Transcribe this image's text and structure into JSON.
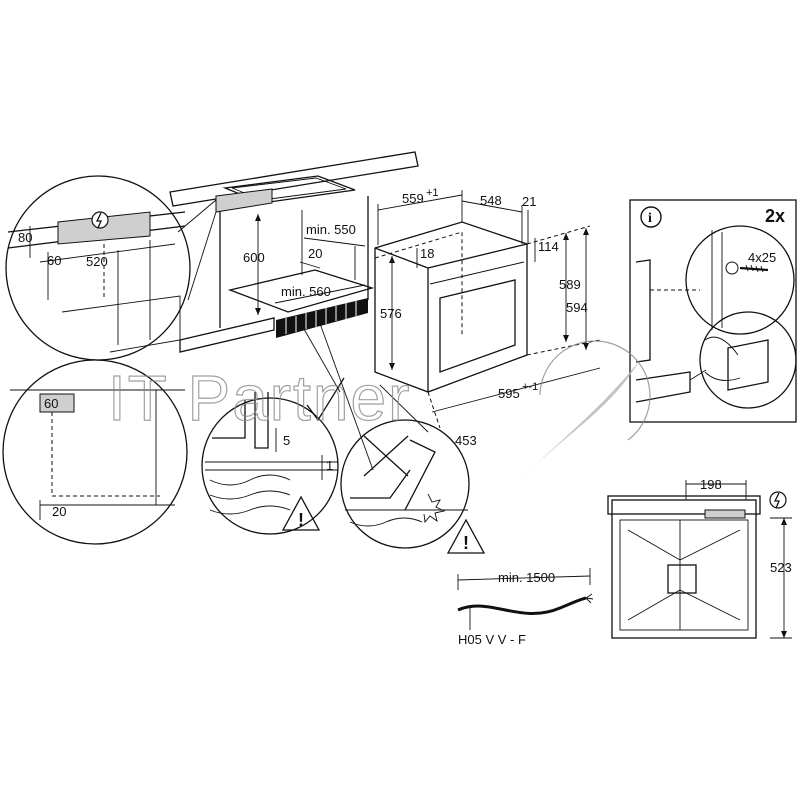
{
  "dimensions": {
    "d80": "80",
    "d60_left": "60",
    "d520": "520",
    "d600": "600",
    "d_min550": "min. 550",
    "d20_top": "20",
    "d_min560": "min. 560",
    "d559": "559",
    "d559_tol": "+1",
    "d548": "548",
    "d21": "21",
    "d18": "18",
    "d114": "114",
    "d589": "589",
    "d594": "594",
    "d576": "576",
    "d595": "595",
    "d595_tol": "+-1",
    "d453": "453",
    "d60_inset": "60",
    "d20_inset": "20",
    "d5": "5",
    "d1": "1",
    "d198": "198",
    "d523": "523",
    "d_min1500": "min. 1500"
  },
  "labels": {
    "count": "2x",
    "screw": "4x25",
    "info_glyph": "i",
    "cable": "H05 V V - F",
    "warning_glyph": "!",
    "watermark": "IT Partner"
  },
  "icons": {
    "info": "info-icon",
    "warning": "warning-icon",
    "electric": "electric-hazard-icon",
    "check": "check-mark-icon",
    "cross": "cross-mark-icon",
    "screw": "screw-icon"
  },
  "colors": {
    "line": "#111111",
    "shade": "#cfcfcf",
    "watermark": "#8a8a8a"
  }
}
